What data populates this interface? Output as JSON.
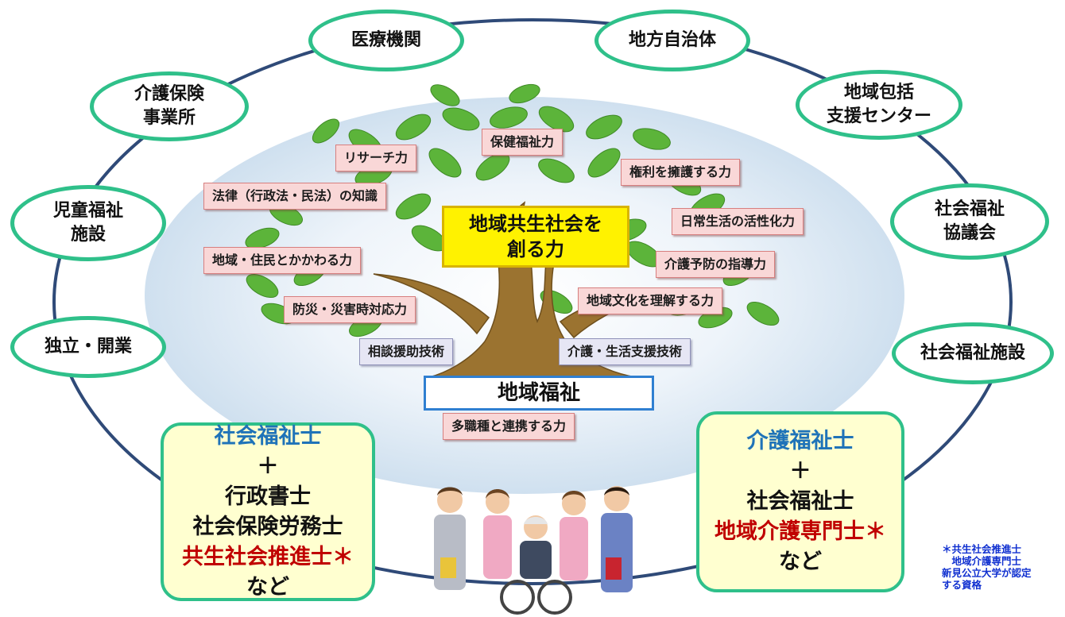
{
  "organizations": {
    "medical": "医療機関",
    "local_gov": "地方自治体",
    "care_insurance": [
      "介護保険",
      "事業所"
    ],
    "community_center": [
      "地域包括",
      "支援センター"
    ],
    "child_welfare": [
      "児童福祉",
      "施設"
    ],
    "social_welfare_council": [
      "社会福祉",
      "協議会"
    ],
    "independent": "独立・開業",
    "welfare_facility": "社会福祉施設"
  },
  "tree": {
    "center_label": [
      "地域共生社会を",
      "創る力"
    ],
    "skills": {
      "research": "リサーチ力",
      "health_welfare": "保健福祉力",
      "advocacy": "権利を擁護する力",
      "law": "法律（行政法・民法）の知識",
      "daily_life": "日常生活の活性化力",
      "community_engage": "地域・住民とかかわる力",
      "care_prevention": "介護予防の指導力",
      "disaster": "防災・災害時対応力",
      "local_culture": "地域文化を理解する力"
    },
    "techniques": {
      "consultation": "相談援助技術",
      "care_support": "介護・生活支援技術"
    },
    "base_label": "地域福祉",
    "collaboration": "多職種と連携する力"
  },
  "qualifications_left": {
    "main": "社会福祉士",
    "plus": "＋",
    "items": [
      "行政書士",
      "社会保険労務士"
    ],
    "starred": "共生社会推進士＊",
    "etc": "など"
  },
  "qualifications_right": {
    "main": "介護福祉士",
    "plus": "＋",
    "items": [
      "社会福祉士"
    ],
    "starred": "地域介護専門士＊",
    "etc": "など"
  },
  "footnote": [
    "＊共生社会推進士",
    "　地域介護専門士",
    "新見公立大学が認定",
    "する資格"
  ],
  "colors": {
    "ring": "#2f4a78",
    "org_border": "#2fc08a",
    "qual_main": "#1f73b8",
    "qual_star": "#c00000",
    "footnote": "#1030d0"
  }
}
